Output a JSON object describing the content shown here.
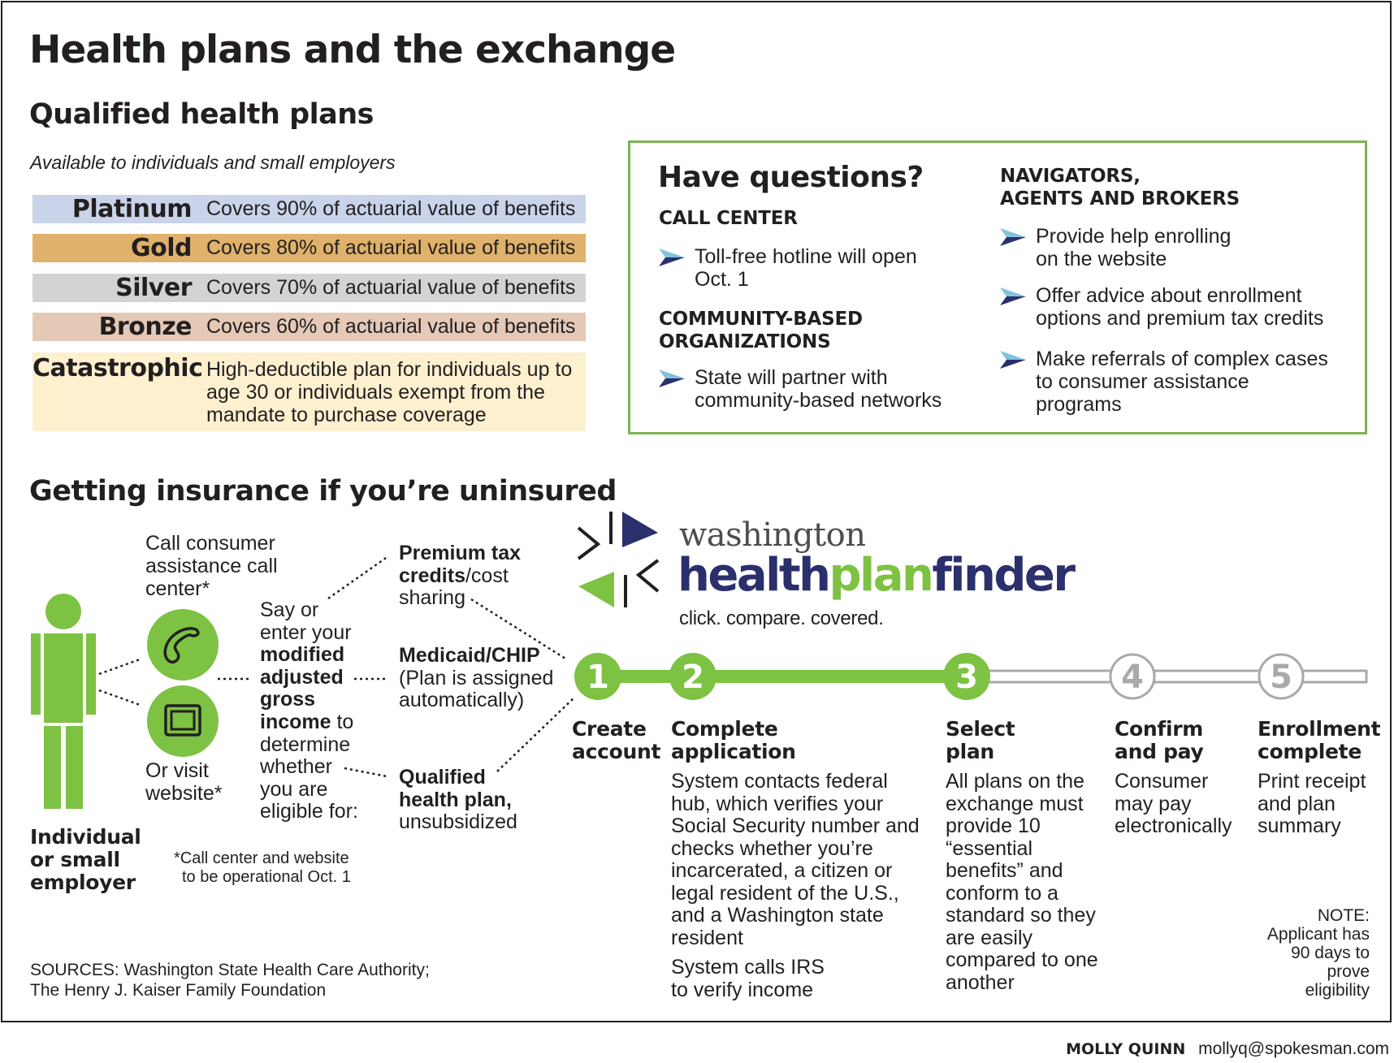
{
  "title": "Health plans and the exchange",
  "qhp": {
    "heading": "Qualified health plans",
    "subtitle": "Available to individuals and small employers",
    "tiers": [
      {
        "name": "Platinum",
        "desc": "Covers 90% of actuarial value of benefits",
        "color": "#c9d3ea"
      },
      {
        "name": "Gold",
        "desc": "Covers 80% of actuarial value of benefits",
        "color": "#dfb16a"
      },
      {
        "name": "Silver",
        "desc": "Covers 70% of actuarial value of benefits",
        "color": "#d2d3d5"
      },
      {
        "name": "Bronze",
        "desc": "Covers 60% of actuarial value of benefits",
        "color": "#e4c9b6"
      },
      {
        "name": "Catastrophic",
        "desc_lines": [
          "High-deductible plan for individuals up to",
          "age 30 or individuals exempt from the",
          "mandate to purchase coverage"
        ],
        "color": "#fdf0cf"
      }
    ]
  },
  "questions": {
    "heading": "Have questions?",
    "call_center": {
      "heading": "CALL CENTER",
      "bullets": [
        [
          "Toll-free hotline will open",
          "Oct. 1"
        ]
      ]
    },
    "community": {
      "heading_lines": [
        "COMMUNITY-BASED",
        "ORGANIZATIONS"
      ],
      "bullets": [
        [
          "State will partner with",
          "community-based networks"
        ]
      ]
    },
    "navigators": {
      "heading_lines": [
        "NAVIGATORS,",
        "AGENTS AND BROKERS"
      ],
      "bullets": [
        [
          "Provide help enrolling",
          "on the website"
        ],
        [
          "Offer advice about enrollment",
          "options and premium tax credits"
        ],
        [
          "Make referrals of complex cases",
          "to consumer assistance",
          "programs"
        ]
      ]
    }
  },
  "uninsured": {
    "heading": "Getting insurance if you’re uninsured",
    "person_label": [
      "Individual",
      "or small",
      "employer"
    ],
    "call_label": [
      "Call consumer",
      "assistance call",
      "center*"
    ],
    "web_label": [
      "Or visit",
      "website*"
    ],
    "footnote": [
      "*Call center and website",
      "to be operational Oct. 1"
    ],
    "middle_text": {
      "l1": "Say or",
      "l2": "enter your",
      "l3": "modified",
      "l4": "adjusted",
      "l5": "gross",
      "l6a": "income",
      "l6b": " to",
      "l7": "determine",
      "l8": "whether",
      "l9": "you are",
      "l10": "eligible for:"
    },
    "options": {
      "ptc": {
        "l1": "Premium tax",
        "l2a": "credits",
        "l2b": "/cost",
        "l3": "sharing"
      },
      "medicaid": {
        "l1": "Medicaid/CHIP",
        "l2": "(Plan is assigned",
        "l3": "automatically)"
      },
      "qhp": {
        "l1": "Qualified",
        "l2": "health plan,",
        "l3": "unsubsidized"
      }
    }
  },
  "logo": {
    "line1": "washington",
    "line2a": "health",
    "line2b": "plan",
    "line2c": "finder",
    "tagline": "click. compare. covered."
  },
  "steps": [
    {
      "num": "1",
      "title": [
        "Create",
        "account"
      ],
      "text": []
    },
    {
      "num": "2",
      "title": [
        "Complete",
        "application"
      ],
      "text": [
        "System contacts federal",
        "hub, which verifies your",
        "Social Security number and",
        "checks whether you’re",
        "incarcerated, a citizen or",
        "legal resident of the U.S.,",
        "and a Washington state",
        "resident"
      ],
      "text2": [
        "System calls IRS",
        "to verify income"
      ]
    },
    {
      "num": "3",
      "title": [
        "Select",
        "plan"
      ],
      "text": [
        "All plans on the",
        "exchange must",
        "provide 10",
        "“essential",
        "benefits” and",
        "conform to a",
        "standard so they",
        "are easily",
        "compared to one",
        "another"
      ]
    },
    {
      "num": "4",
      "title": [
        "Confirm",
        "and pay"
      ],
      "text": [
        "Consumer",
        "may pay",
        "electronically"
      ]
    },
    {
      "num": "5",
      "title": [
        "Enrollment",
        "complete"
      ],
      "text": [
        "Print receipt",
        "and plan",
        "summary"
      ]
    }
  ],
  "note": [
    "NOTE:",
    "Applicant has",
    "90 days to",
    "prove",
    "eligibility"
  ],
  "sources": [
    "SOURCES: Washington State Health Care Authority;",
    "The Henry J. Kaiser Family Foundation"
  ],
  "credit": {
    "name": "MOLLY QUINN",
    "email": "mollyq@spokesman.com"
  },
  "colors": {
    "green": "#7dc242",
    "navy": "#2b2f6b",
    "grey": "#a7a9ac",
    "box_green": "#7cb356"
  }
}
